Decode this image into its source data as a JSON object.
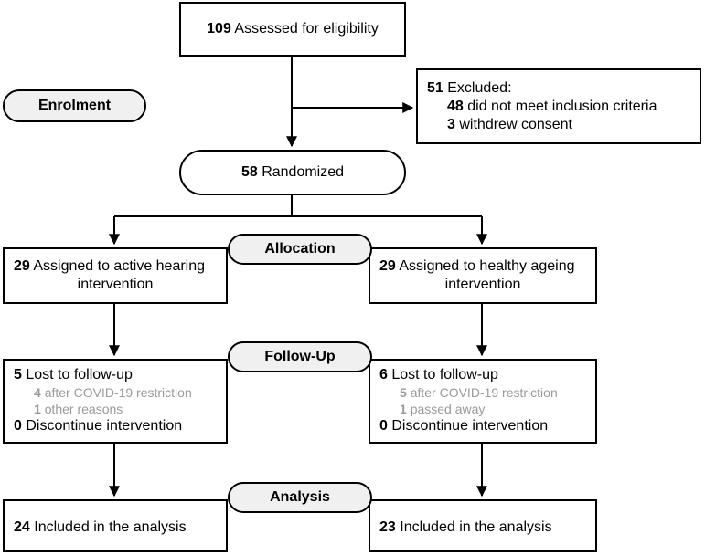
{
  "phases": {
    "enrolment": "Enrolment",
    "allocation": "Allocation",
    "followup": "Follow-Up",
    "analysis": "Analysis"
  },
  "assessed": {
    "count": "109",
    "text": "Assessed for eligibility"
  },
  "excluded": {
    "count": "51",
    "text": "Excluded:",
    "reasons": [
      {
        "count": "48",
        "text": "did not meet inclusion criteria"
      },
      {
        "count": "3",
        "text": "withdrew consent"
      }
    ]
  },
  "randomized": {
    "count": "58",
    "text": "Randomized"
  },
  "arms": [
    {
      "assigned": {
        "count": "29",
        "line1": "Assigned to active hearing",
        "line2": "intervention"
      },
      "lost": {
        "count": "5",
        "text": "Lost to follow-up"
      },
      "lost_reasons": [
        {
          "count": "4",
          "text": "after COVID-19 restriction"
        },
        {
          "count": "1",
          "text": "other reasons"
        }
      ],
      "discontinued": {
        "count": "0",
        "text": "Discontinue intervention"
      },
      "analysed": {
        "count": "24",
        "text": "Included in the analysis"
      }
    },
    {
      "assigned": {
        "count": "29",
        "line1": "Assigned to healthy ageing",
        "line2": "intervention"
      },
      "lost": {
        "count": "6",
        "text": "Lost to follow-up"
      },
      "lost_reasons": [
        {
          "count": "5",
          "text": "after COVID-19 restriction"
        },
        {
          "count": "1",
          "text": "passed away"
        }
      ],
      "discontinued": {
        "count": "0",
        "text": "Discontinue intervention"
      },
      "analysed": {
        "count": "23",
        "text": "Included in the analysis"
      }
    }
  ],
  "colors": {
    "line": "#000000",
    "pill_fill": "#f0f0f0",
    "muted_text": "#9a9a9a"
  }
}
